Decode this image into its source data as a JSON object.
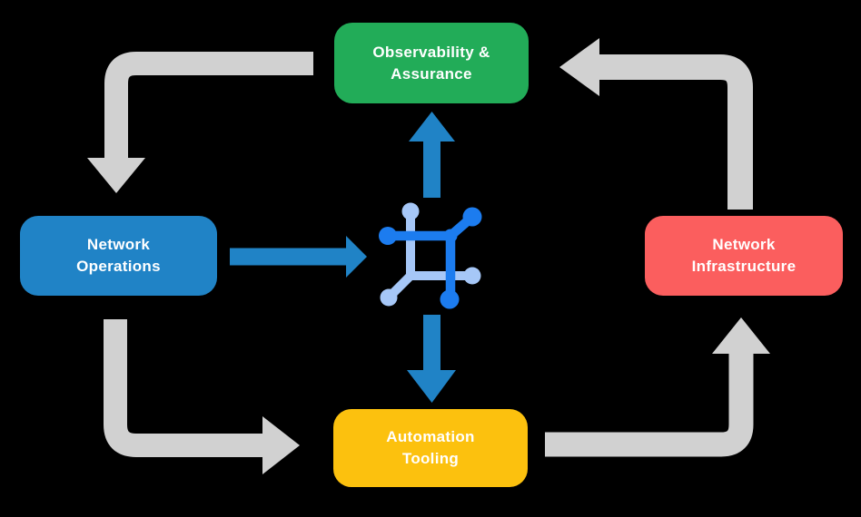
{
  "canvas": {
    "background": "#000000"
  },
  "colors": {
    "arrow_gray": "#D1D1D1",
    "arrow_blue": "#2083C6",
    "icon_dark": "#1C7CEF",
    "icon_light": "#A6C7F7",
    "text": "#FFFFFF"
  },
  "nodes": {
    "observability": {
      "lines": [
        "Observability &",
        "Assurance"
      ],
      "color": "#22AC58"
    },
    "operations": {
      "lines": [
        "Network",
        "Operations"
      ],
      "color": "#2083C6"
    },
    "infrastructure": {
      "lines": [
        "Network",
        "Infrastructure"
      ],
      "color": "#FB5E5E"
    },
    "automation": {
      "lines": [
        "Automation",
        "Tooling"
      ],
      "color": "#FCC10E"
    }
  },
  "center_icon": {
    "name": "network-platform"
  },
  "flows": [
    {
      "from": "observability-assurance",
      "to": "network-operations",
      "style": "gray"
    },
    {
      "from": "network-operations",
      "to": "automation-tooling",
      "style": "gray"
    },
    {
      "from": "automation-tooling",
      "to": "network-infrastructure",
      "style": "gray"
    },
    {
      "from": "network-infrastructure",
      "to": "observability-assurance",
      "style": "gray"
    },
    {
      "from": "network-operations",
      "to": "network-platform",
      "style": "blue"
    },
    {
      "from": "network-platform",
      "to": "observability-assurance",
      "style": "blue"
    },
    {
      "from": "network-platform",
      "to": "automation-tooling",
      "style": "blue"
    }
  ]
}
